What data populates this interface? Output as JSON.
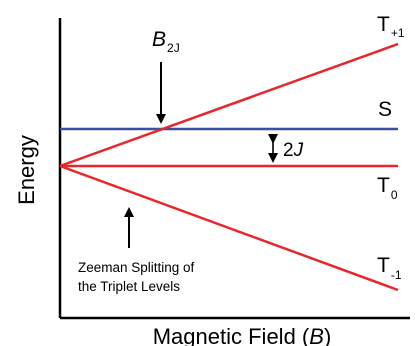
{
  "axes": {
    "y_label": "Energy",
    "x_label_prefix": "Magnetic Field (",
    "x_label_var": "B",
    "x_label_suffix": ")"
  },
  "levels": {
    "t_plus": {
      "base": "T",
      "sub": "+1"
    },
    "singlet": {
      "label": "S"
    },
    "t_zero": {
      "base": "T",
      "sub": "0"
    },
    "t_minus": {
      "base": "T",
      "sub": "-1"
    }
  },
  "crossing": {
    "base": "B",
    "sub": "2J"
  },
  "gap": {
    "number": "2",
    "symbol": "J"
  },
  "annotation": {
    "line1": "Zeeman Splitting of",
    "line2": "the Triplet Levels"
  },
  "colors": {
    "triplet": "#e8262b",
    "singlet": "#3a4fa3",
    "ink": "#000000"
  }
}
